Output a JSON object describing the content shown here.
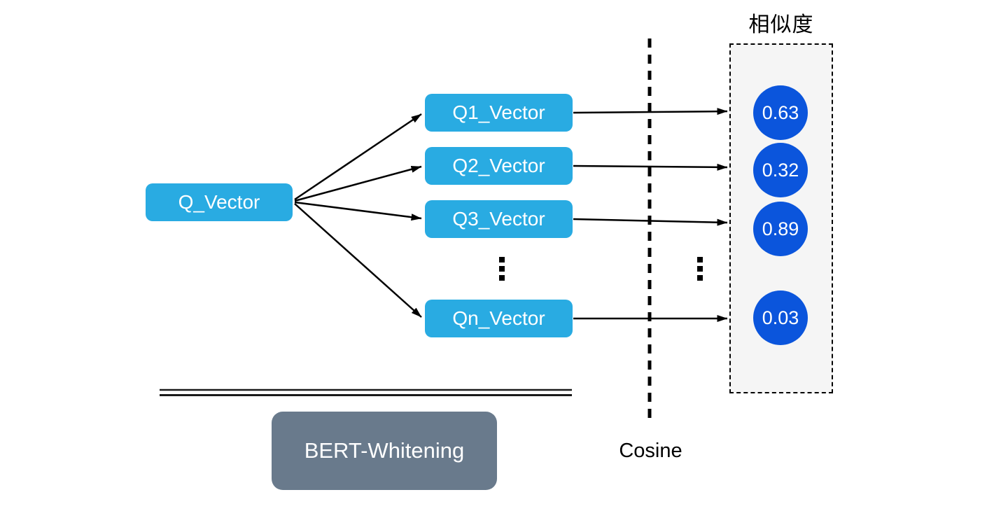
{
  "diagram": {
    "similarity_title": "相似度",
    "source_node": {
      "label": "Q_Vector"
    },
    "query_nodes": [
      {
        "label": "Q1_Vector"
      },
      {
        "label": "Q2_Vector"
      },
      {
        "label": "Q3_Vector"
      },
      {
        "label": "Qn_Vector"
      }
    ],
    "similarity_scores": [
      "0.63",
      "0.32",
      "0.89",
      "0.03"
    ],
    "method_node": {
      "label": "BERT-Whitening"
    },
    "operation_label": "Cosine",
    "colors": {
      "query_node_fill": "#29ABE2",
      "score_circle_fill": "#0B55DC",
      "method_node_fill": "#697A8C",
      "panel_fill": "#F5F5F5",
      "line_color": "#000000"
    }
  }
}
